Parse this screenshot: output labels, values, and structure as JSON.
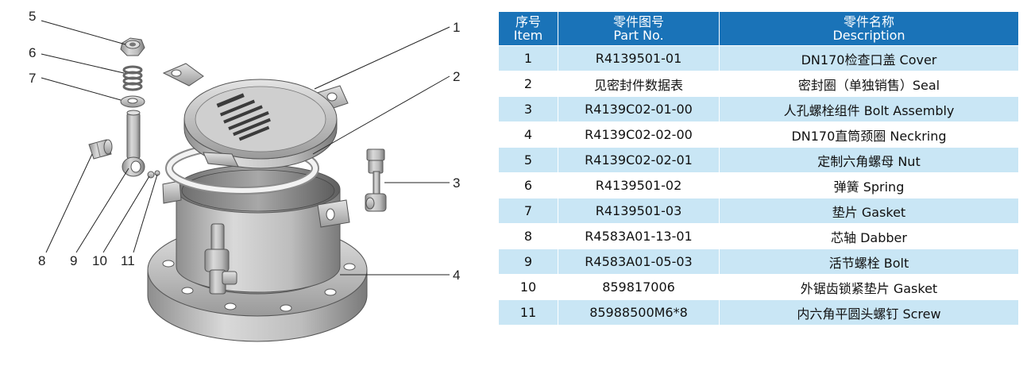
{
  "callouts": {
    "c1": "1",
    "c2": "2",
    "c3": "3",
    "c4": "4",
    "c5": "5",
    "c6": "6",
    "c7": "7",
    "c8": "8",
    "c9": "9",
    "c10": "10",
    "c11": "11"
  },
  "table": {
    "headers": {
      "item_cn": "序号",
      "item_en": "Item",
      "part_cn": "零件图号",
      "part_en": "Part No.",
      "desc_cn": "零件名称",
      "desc_en": "Description"
    },
    "rows": [
      {
        "item": "1",
        "part": "R4139501-01",
        "desc": "DN170检查口盖 Cover"
      },
      {
        "item": "2",
        "part": "见密封件数据表",
        "desc": "密封圈（单独销售）Seal"
      },
      {
        "item": "3",
        "part": "R4139C02-01-00",
        "desc": "人孔螺栓组件 Bolt Assembly"
      },
      {
        "item": "4",
        "part": "R4139C02-02-00",
        "desc": "DN170直筒颈圈 Neckring"
      },
      {
        "item": "5",
        "part": "R4139C02-02-01",
        "desc": "定制六角螺母 Nut"
      },
      {
        "item": "6",
        "part": "R4139501-02",
        "desc": "弹簧 Spring"
      },
      {
        "item": "7",
        "part": "R4139501-03",
        "desc": "垫片 Gasket"
      },
      {
        "item": "8",
        "part": "R4583A01-13-01",
        "desc": "芯轴 Dabber"
      },
      {
        "item": "9",
        "part": "R4583A01-05-03",
        "desc": "活节螺栓 Bolt"
      },
      {
        "item": "10",
        "part": "859817006",
        "desc": "外锯齿锁紧垫片 Gasket"
      },
      {
        "item": "11",
        "part": "85988500M6*8",
        "desc": "内六角平圆头螺钉 Screw"
      }
    ]
  }
}
